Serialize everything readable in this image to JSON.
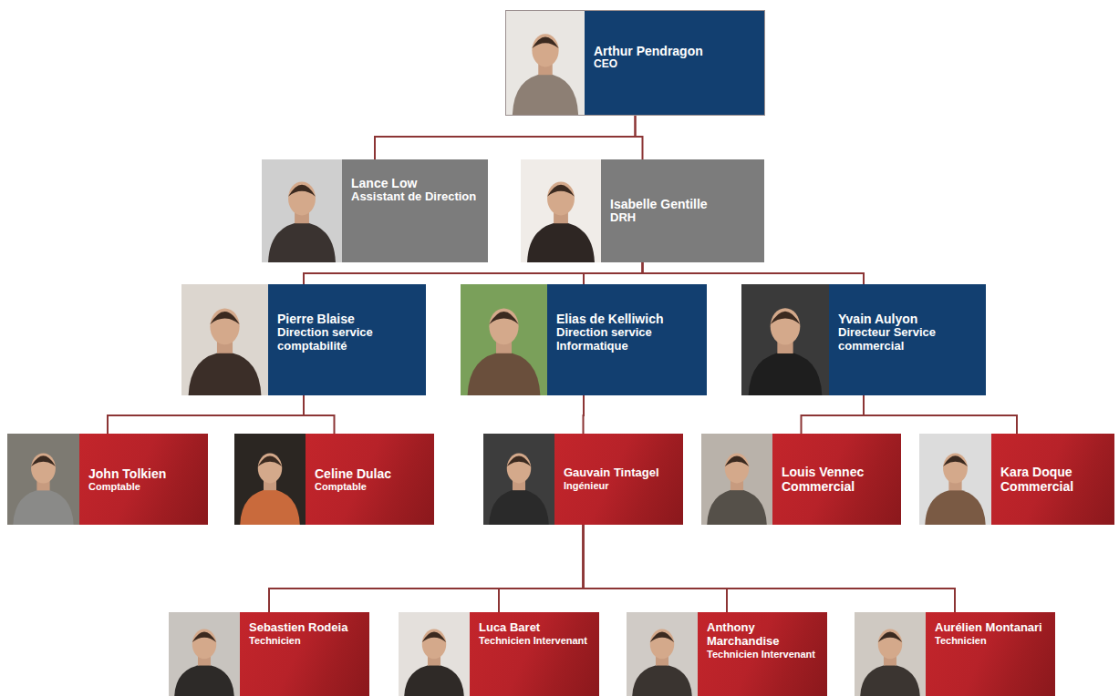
{
  "diagram": {
    "nodes": [
      {
        "text": [
          "Arthur Pendragon",
          "CEO"
        ]
      },
      {
        "text": [
          "Lance Low",
          "Assistant de Direction"
        ]
      },
      {
        "text": [
          "Isabelle Gentille",
          "DRH"
        ]
      },
      {
        "text": [
          "Pierre Blaise",
          "Direction service comptabilité"
        ]
      },
      {
        "text": [
          "Elias de Kelliwich",
          "Direction service Informatique"
        ]
      },
      {
        "text": [
          "Yvain Aulyon",
          "Directeur Service commercial"
        ]
      },
      {
        "text": [
          "John Tolkien",
          "Comptable"
        ]
      },
      {
        "text": [
          "Celine Dulac",
          "Comptable"
        ]
      },
      {
        "text": [
          "Gauvain Tintagel",
          "Ingénieur"
        ]
      },
      {
        "text": [
          "Louis Vennec",
          "Commercial"
        ]
      },
      {
        "text": [
          "Kara Doque",
          "Commercial"
        ]
      },
      {
        "text": [
          "Sebastien Rodeia",
          "Technicien"
        ]
      },
      {
        "text": [
          "Luca Baret",
          "Technicien Intervenant"
        ]
      },
      {
        "text": [
          "Anthony Marchandise",
          "Technicien Intervenant"
        ]
      },
      {
        "text": [
          "Aurélien Montanari",
          "Technicien"
        ]
      }
    ],
    "edges": [
      {
        "from": 0,
        "to": 1,
        "arrow": "none"
      },
      {
        "from": 0,
        "to": 2,
        "arrow": "none"
      },
      {
        "from": 2,
        "to": 3,
        "arrow": "none"
      },
      {
        "from": 2,
        "to": 4,
        "arrow": "none"
      },
      {
        "from": 2,
        "to": 5,
        "arrow": "none"
      },
      {
        "from": 3,
        "to": 6,
        "arrow": "none"
      },
      {
        "from": 3,
        "to": 7,
        "arrow": "none"
      },
      {
        "from": 4,
        "to": 8,
        "arrow": "none"
      },
      {
        "from": 5,
        "to": 9,
        "arrow": "none"
      },
      {
        "from": 5,
        "to": 10,
        "arrow": "none"
      },
      {
        "from": 8,
        "to": 11,
        "arrow": "none"
      },
      {
        "from": 8,
        "to": 12,
        "arrow": "none"
      },
      {
        "from": 8,
        "to": 13,
        "arrow": "none"
      },
      {
        "from": 8,
        "to": 14,
        "arrow": "none"
      }
    ]
  }
}
